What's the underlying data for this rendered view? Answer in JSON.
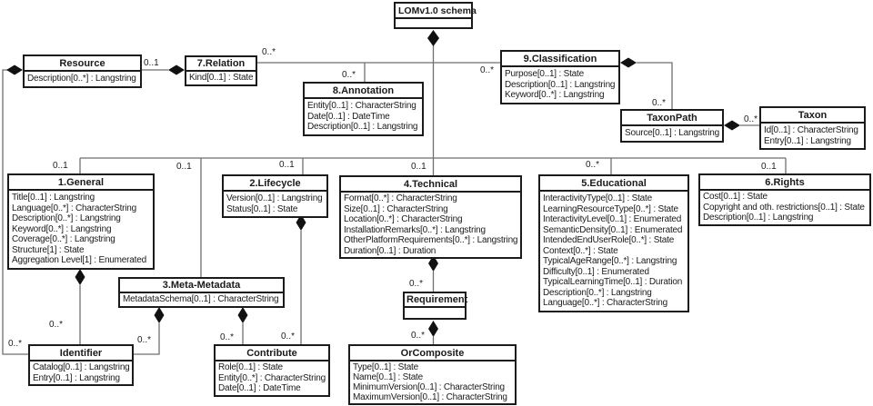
{
  "diagram": {
    "classes": {
      "lom": {
        "name": "LOMv1.0 schema",
        "attrs": []
      },
      "resource": {
        "name": "Resource",
        "attrs": [
          "Description[0..*] : Langstring"
        ]
      },
      "relation": {
        "name": "7.Relation",
        "attrs": [
          "Kind[0..1] : State"
        ]
      },
      "annotation": {
        "name": "8.Annotation",
        "attrs": [
          "Entity[0..1] : CharacterString",
          "Date[0..1] : DateTime",
          "Description[0..1] : Langstring"
        ]
      },
      "classification": {
        "name": "9.Classification",
        "attrs": [
          "Purpose[0..1] : State",
          "Description[0..1] : Langstring",
          "Keyword[0..*] : Langstring"
        ]
      },
      "taxonpath": {
        "name": "TaxonPath",
        "attrs": [
          "Source[0..1] : Langstring"
        ]
      },
      "taxon": {
        "name": "Taxon",
        "attrs": [
          "Id[0..1] : CharacterString",
          "Entry[0..1] : Langstring"
        ]
      },
      "general": {
        "name": "1.General",
        "attrs": [
          "Title[0..1] : Langstring",
          "Language[0..*] : CharacterString",
          "Description[0..*] : Langstring",
          "Keyword[0..*] : Langstring",
          "Coverage[0..*] : Langstring",
          "Structure[1] : State",
          "Aggregation Level[1] : Enumerated"
        ]
      },
      "lifecycle": {
        "name": "2.Lifecycle",
        "attrs": [
          "Version[0..1] : Langstring",
          "Status[0..1] : State"
        ]
      },
      "technical": {
        "name": "4.Technical",
        "attrs": [
          "Format[0..*] : CharacterString",
          "Size[0..1] : CharacterString",
          "Location[0..*] : CharacterString",
          "InstallationRemarks[0..*] : Langstring",
          "OtherPlatformRequirements[0..*] : Langstring",
          "Duration[0..1] : Duration"
        ]
      },
      "educational": {
        "name": "5.Educational",
        "attrs": [
          "InteractivityType[0..1] : State",
          "LearningResourceType[0..*] : State",
          "InteractivityLevel[0..1] : Enumerated",
          "SemanticDensity[0..1] : Enumerated",
          "IntendedEndUserRole[0..*] : State",
          "Context[0..*] : State",
          "TypicalAgeRange[0..*] : Langstring",
          "Difficulty[0..1] : Enumerated",
          "TypicalLearningTime[0..1] : Duration",
          "Description[0..*] : Langstring",
          "Language[0..*] : CharacterString"
        ]
      },
      "rights": {
        "name": "6.Rights",
        "attrs": [
          "Cost[0..1] : State",
          "Copyright and oth. restrictions[0..1] : State",
          "Description[0..1] : Langstring"
        ]
      },
      "metametadata": {
        "name": "3.Meta-Metadata",
        "attrs": [
          "MetadataSchema[0..1] : CharacterString"
        ]
      },
      "identifier": {
        "name": "Identifier",
        "attrs": [
          "Catalog[0..1] : Langstring",
          "Entry[0..1] : Langstring"
        ]
      },
      "contribute": {
        "name": "Contribute",
        "attrs": [
          "Role[0..1] : State",
          "Entity[0..*] : CharacterString",
          "Date[0..1] : DateTime"
        ]
      },
      "requirement": {
        "name": "Requirement",
        "attrs": []
      },
      "orcomposite": {
        "name": "OrComposite",
        "attrs": [
          "Type[0..1] : State",
          "Name[0..1] : State",
          "MinimumVersion[0..1] : CharacterString",
          "MaximumVersion[0..1] : CharacterString"
        ]
      }
    },
    "multiplicities": {
      "resource_relation": "0..1",
      "relation_bus": "0..*",
      "annotation": "0..*",
      "classification": "0..*",
      "taxonpath": "0..*",
      "taxon": "0..*",
      "general": "0..1",
      "metametadata": "0..1",
      "lifecycle": "0..1",
      "technical": "0..1",
      "educational": "0..*",
      "rights": "0..1",
      "identifier_resource": "0..*",
      "identifier_general": "0..*",
      "identifier_meta": "0..*",
      "contribute_meta": "0..*",
      "contribute_lifecycle": "0..*",
      "requirement": "0..*",
      "orcomposite": "0..*"
    },
    "colors": {
      "line": "#6f6f6f",
      "border": "#1b1b1b",
      "diamond": "#111111",
      "background": "#ffffff"
    }
  }
}
